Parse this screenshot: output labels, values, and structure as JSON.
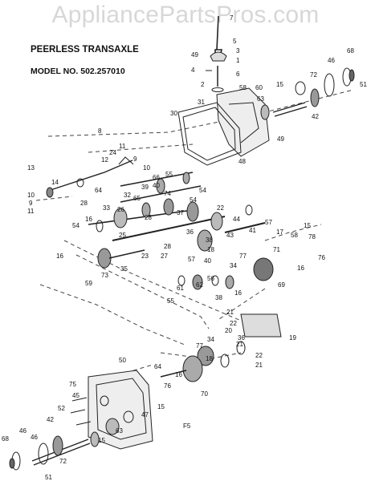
{
  "watermark": "AppliancePartsPros.com",
  "header": {
    "title": "PEERLESS TRANSAXLE",
    "model": "MODEL NO. 502.257010"
  },
  "diagram": {
    "figure_label": "F5",
    "part_labels": [
      "7",
      "5",
      "49",
      "3",
      "4",
      "1",
      "2",
      "6",
      "68",
      "46",
      "72",
      "51",
      "15",
      "58",
      "60",
      "63",
      "31",
      "30",
      "42",
      "49",
      "48",
      "8",
      "11",
      "24",
      "12",
      "9",
      "10",
      "13",
      "14",
      "28",
      "64",
      "66",
      "55",
      "10",
      "9",
      "11",
      "40",
      "65",
      "74",
      "54",
      "54",
      "39",
      "32",
      "26",
      "33",
      "28",
      "37",
      "57",
      "16",
      "54",
      "25",
      "38",
      "41",
      "36",
      "18",
      "17",
      "15",
      "22",
      "28",
      "27",
      "23",
      "43",
      "44",
      "78",
      "76",
      "58",
      "71",
      "16",
      "35",
      "57",
      "40",
      "34",
      "77",
      "55",
      "56",
      "62",
      "69",
      "16",
      "38",
      "21",
      "22",
      "20",
      "36",
      "21",
      "19",
      "18",
      "34",
      "77",
      "22",
      "21",
      "50",
      "64",
      "16",
      "76",
      "70",
      "75",
      "45",
      "52",
      "47",
      "15",
      "46",
      "42",
      "63",
      "15",
      "68",
      "46",
      "72",
      "51",
      "16",
      "59",
      "73",
      "61"
    ]
  }
}
